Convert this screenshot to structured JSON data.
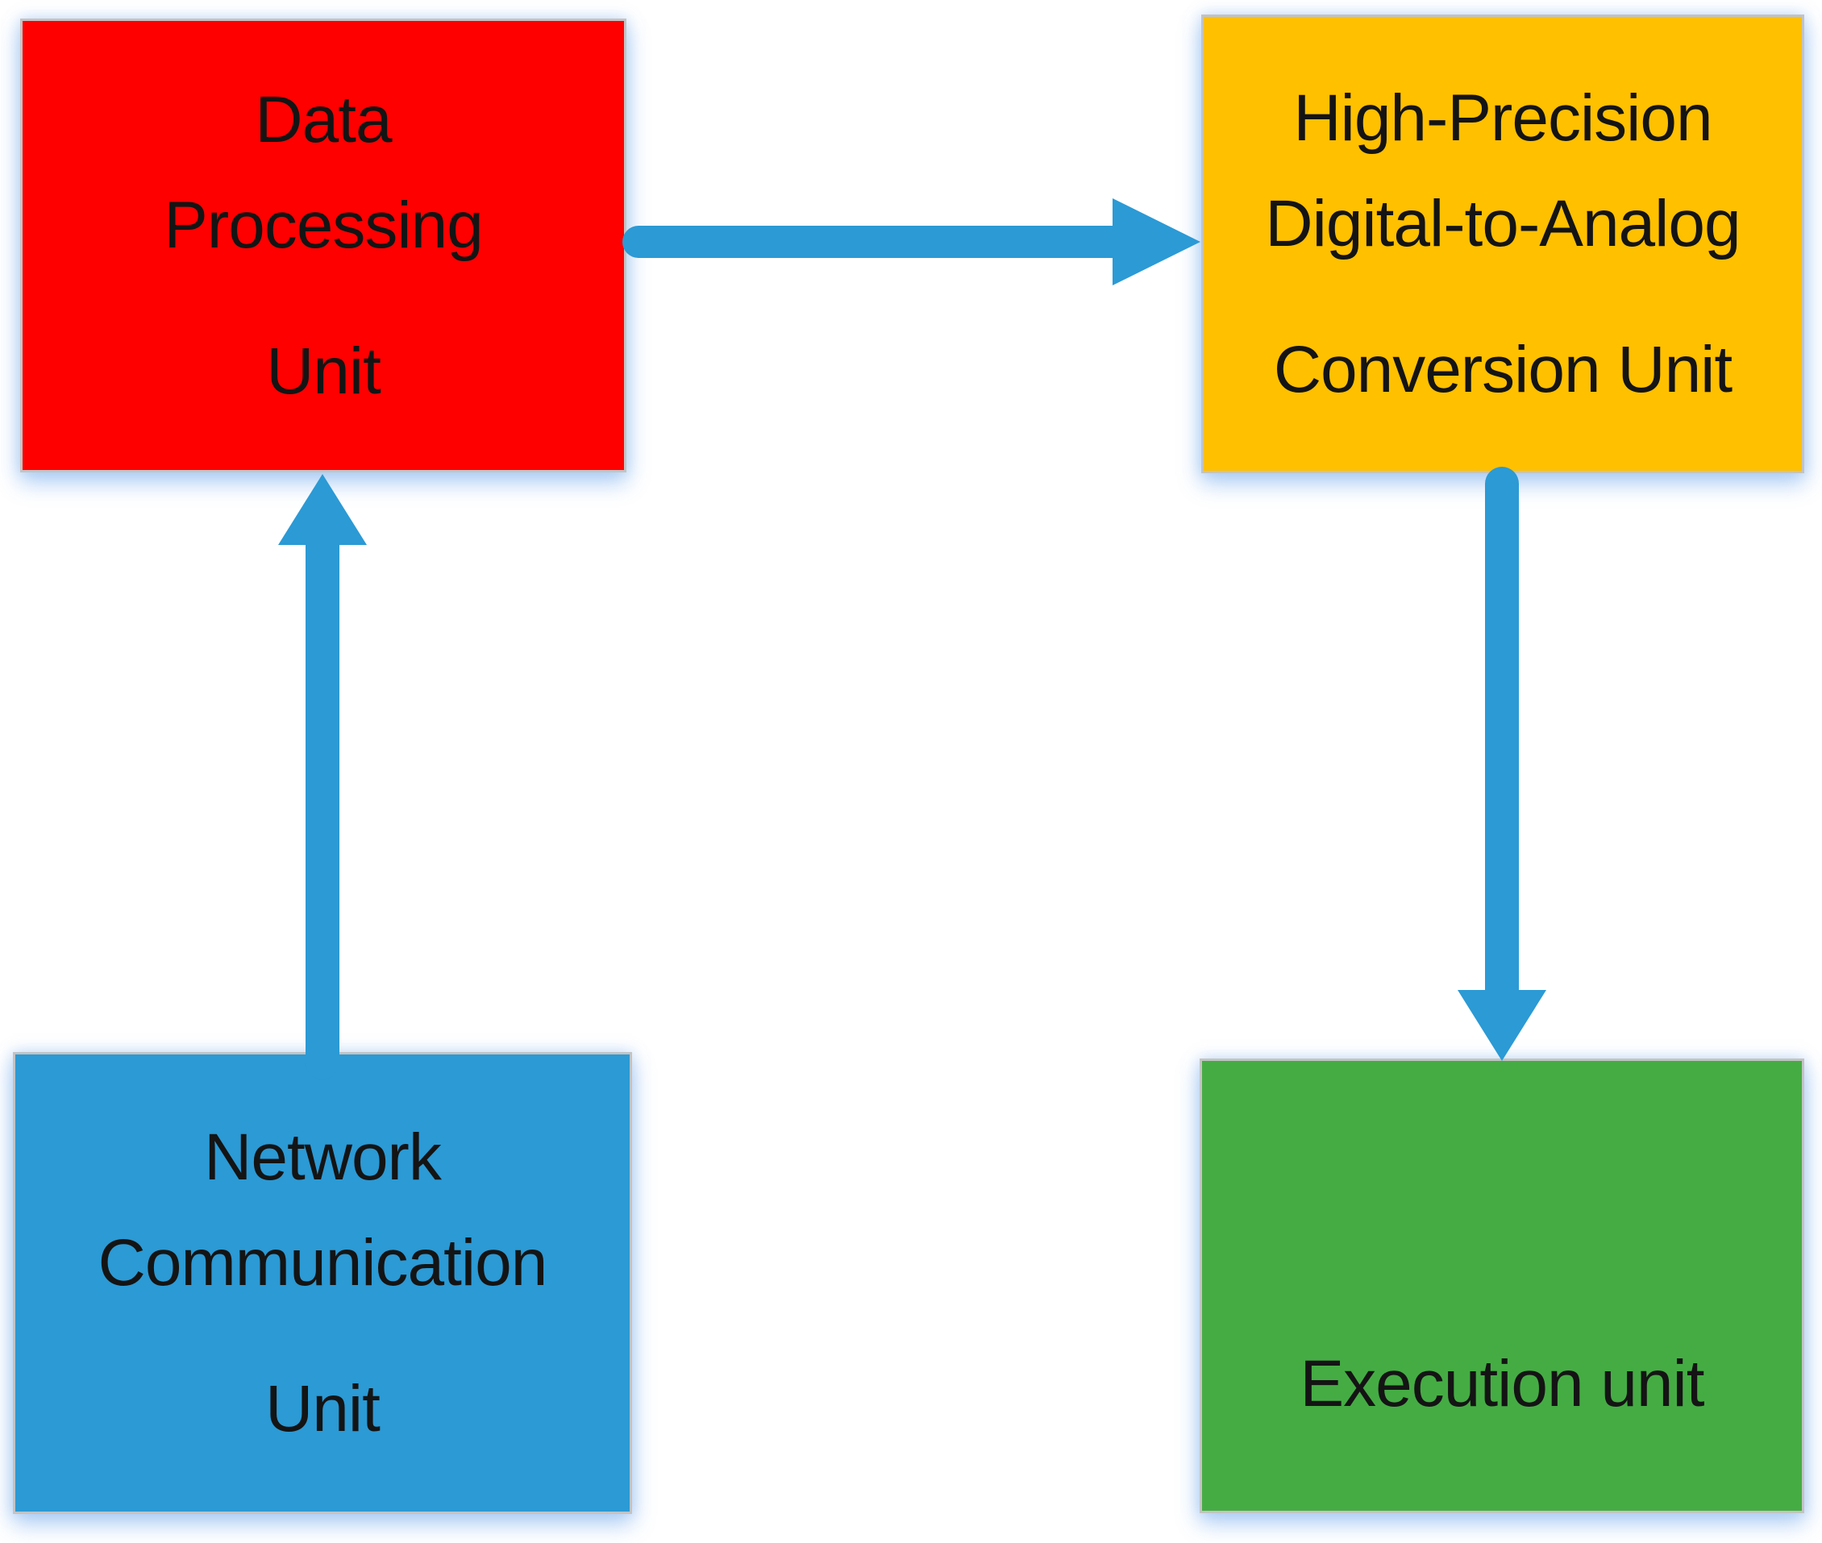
{
  "diagram": {
    "type": "flowchart",
    "background": "#ffffff",
    "text_color": "#141414",
    "border_color": "#c3c3c3",
    "shadow_color": "#9ec4f2",
    "arrow_color": "#2b9ad5",
    "nodes": {
      "data_processing": {
        "id": "data-processing-unit",
        "label": "Data Processing Unit",
        "fill": "#fe0000",
        "line1": "Data",
        "line2": "Processing",
        "line3": "Unit"
      },
      "dac": {
        "id": "high-precision-dac-conversion-unit",
        "label": "High-Precision Digital-to-Analog Conversion Unit",
        "fill": "#ffc000",
        "line1": "High-Precision",
        "line2": "Digital-to-Analog",
        "line3": "Conversion Unit"
      },
      "network": {
        "id": "network-communication-unit",
        "label": "Network Communication Unit",
        "fill": "#2b9ad5",
        "line1": "Network",
        "line2": "Communication",
        "line3": "Unit"
      },
      "execution": {
        "id": "execution-unit",
        "label": "Execution unit",
        "fill": "#45ac44",
        "line1": "Execution unit"
      }
    },
    "arrows": [
      {
        "name": "network-to-data-processing",
        "from": "network-communication-unit",
        "to": "data-processing-unit",
        "direction": "up"
      },
      {
        "name": "data-processing-to-dac",
        "from": "data-processing-unit",
        "to": "high-precision-dac-conversion-unit",
        "direction": "right"
      },
      {
        "name": "dac-to-execution",
        "from": "high-precision-dac-conversion-unit",
        "to": "execution-unit",
        "direction": "down"
      }
    ]
  }
}
